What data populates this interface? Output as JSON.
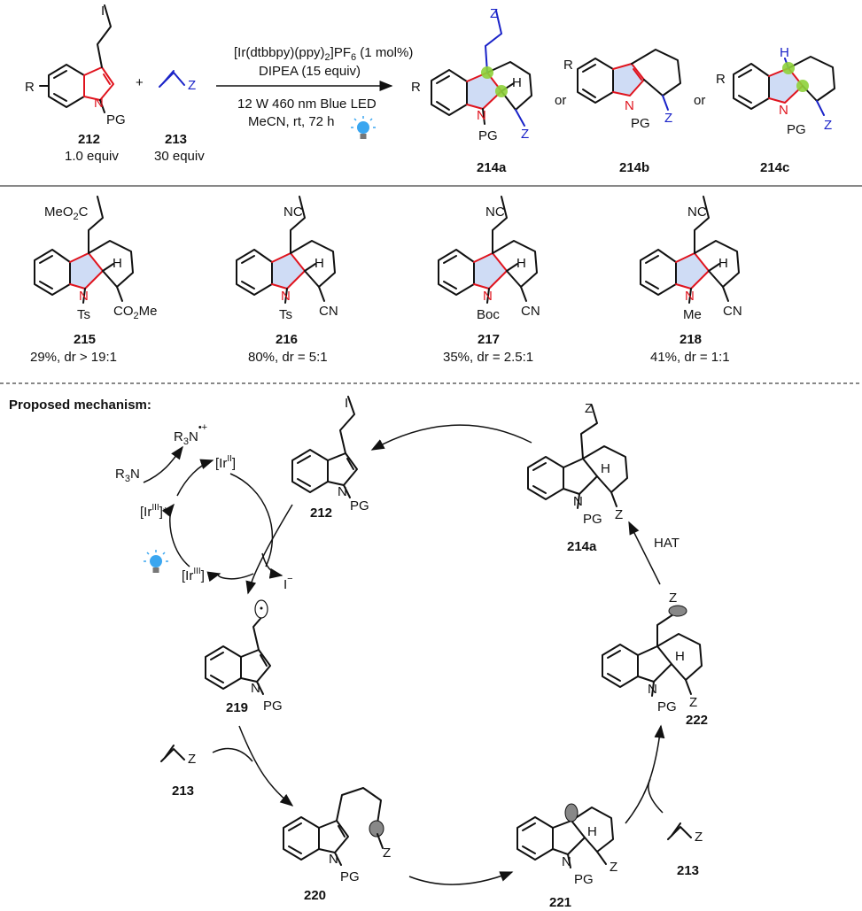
{
  "reaction": {
    "conditions": [
      "[Ir(dtbbpy)(ppy)",
      "2",
      "]PF",
      "6",
      " (1 mol%)",
      "DIPEA (15 equiv)",
      "12 W 460 nm Blue LED",
      "MeCN, rt, 72 h"
    ],
    "reactant1": {
      "num": "212",
      "equiv": "1.0 equiv",
      "R": "R",
      "I": "I",
      "N": "N",
      "PG": "PG"
    },
    "reactant2": {
      "num": "213",
      "equiv": "30 equiv",
      "Z": "Z"
    },
    "plus": "+",
    "or": "or",
    "products": [
      {
        "num": "214a"
      },
      {
        "num": "214b"
      },
      {
        "num": "214c"
      }
    ]
  },
  "examples": [
    {
      "num": "215",
      "result": "29%, dr > 19:1",
      "top": "MeO",
      "top_sub": "2",
      "top_end": "C",
      "N_sub": "Ts",
      "right": "CO",
      "right_sub": "2",
      "right_end": "Me"
    },
    {
      "num": "216",
      "result": "80%, dr = 5:1",
      "top": "NC",
      "N_sub": "Ts",
      "right": "CN"
    },
    {
      "num": "217",
      "result": "35%, dr = 2.5:1",
      "top": "NC",
      "N_sub": "Boc",
      "right": "CN"
    },
    {
      "num": "218",
      "result": "41%, dr = 1:1",
      "top": "NC",
      "N_sub": "Me",
      "right": "CN"
    }
  ],
  "mechanism": {
    "title": "Proposed mechanism:",
    "r3n": "R",
    "r3n_sub": "3",
    "r3n_end": "N",
    "ir_II": "[Ir",
    "ir_II_sup": "II",
    "ir_III_star": "[Ir",
    "ir_III_sup": "III",
    "star": "]*",
    "ir_III": "[Ir",
    "iodide": "I",
    "iodide_charge": "−",
    "radcation_sup": "•+",
    "hat": "HAT",
    "compounds": [
      "212",
      "219",
      "220",
      "221",
      "222",
      "214a",
      "213",
      "213"
    ]
  },
  "colors": {
    "red": "#e0141e",
    "blue": "#1a23c8",
    "ring": "#cfdcf5",
    "dot": "#8ed13a",
    "bulb": "#3aa6f0"
  }
}
